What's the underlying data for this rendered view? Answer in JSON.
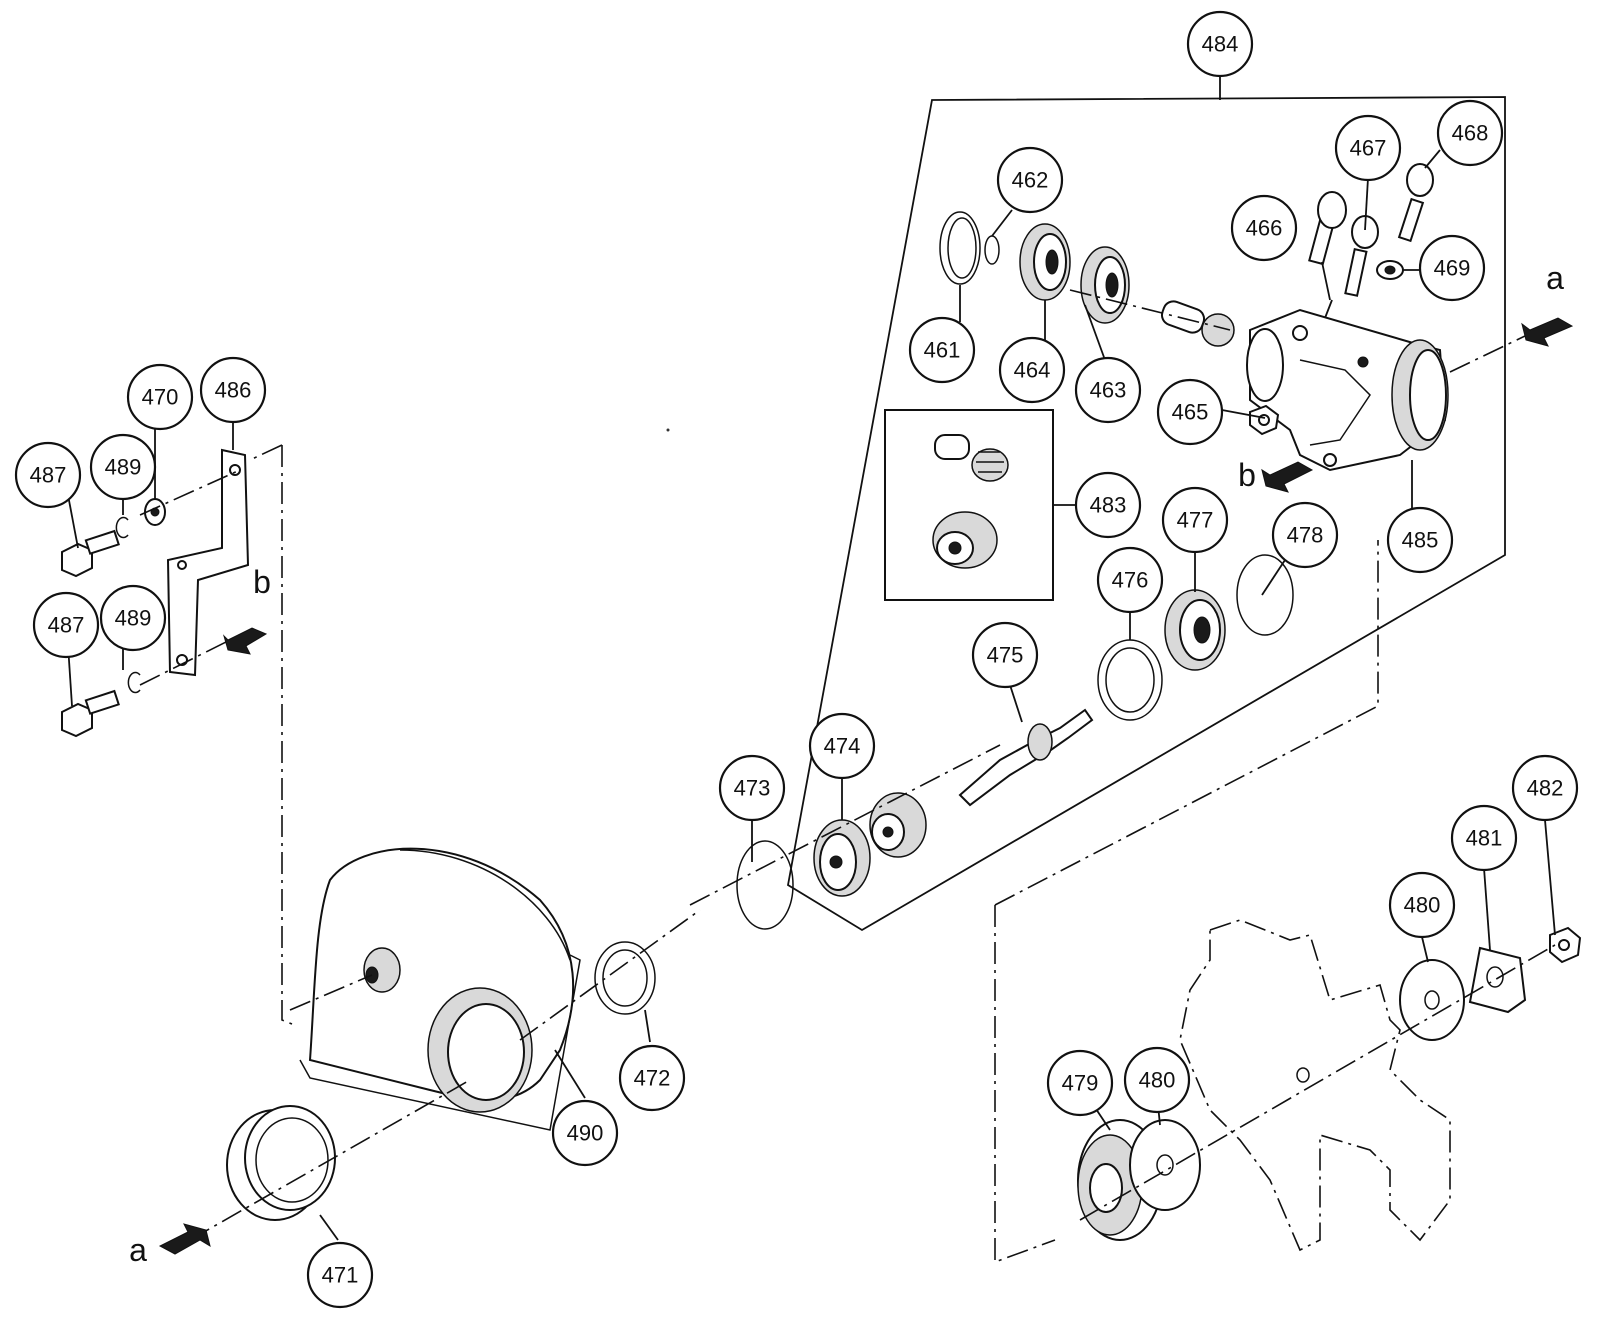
{
  "callouts": {
    "c461": "461",
    "c462": "462",
    "c463": "463",
    "c464": "464",
    "c465": "465",
    "c466": "466",
    "c467": "467",
    "c468": "468",
    "c469": "469",
    "c470": "470",
    "c471": "471",
    "c472": "472",
    "c473": "473",
    "c474": "474",
    "c475": "475",
    "c476": "476",
    "c477": "477",
    "c478": "478",
    "c479": "479",
    "c480a": "480",
    "c480b": "480",
    "c481": "481",
    "c482": "482",
    "c483": "483",
    "c484": "484",
    "c485": "485",
    "c486": "486",
    "c487a": "487",
    "c487b": "487",
    "c489a": "489",
    "c489b": "489",
    "c490": "490"
  },
  "markers": {
    "a_top": "a",
    "a_bottom": "a",
    "b_center": "b",
    "b_left": "b"
  }
}
